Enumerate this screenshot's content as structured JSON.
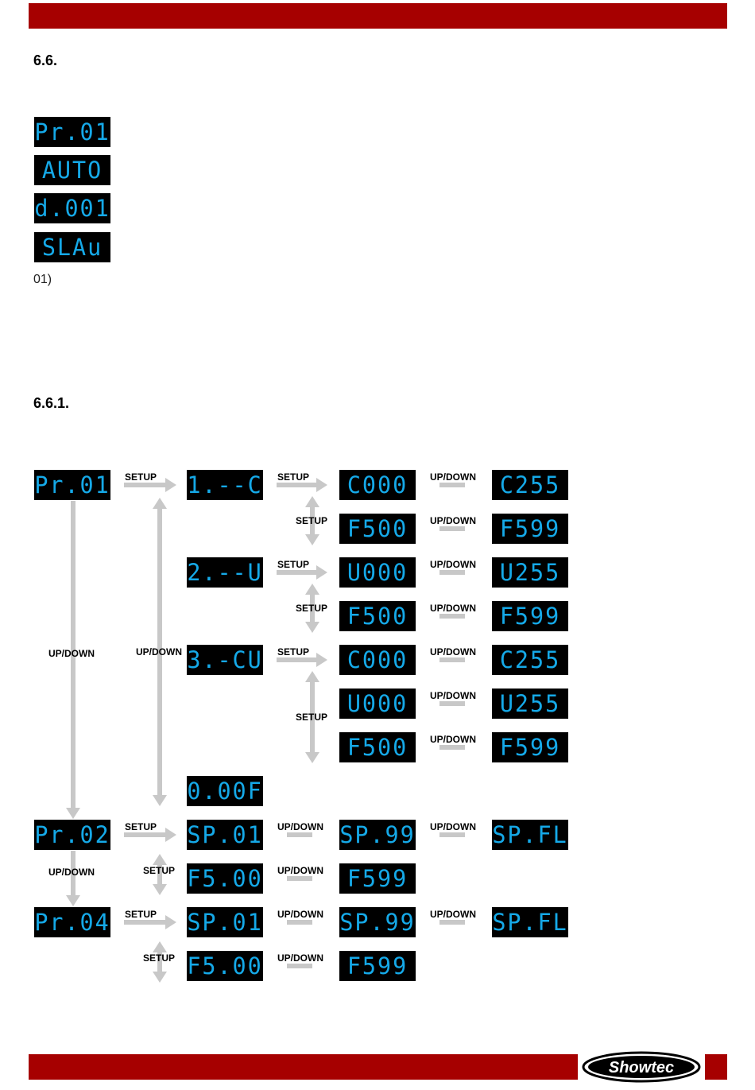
{
  "headings": {
    "section": "6.6.",
    "subsection": "6.6.1."
  },
  "menu_displays": [
    "Pr.01",
    "AUTO",
    "d.001",
    "SLAu"
  ],
  "footnote": "01)",
  "labels": {
    "setup": "SETUP",
    "updown": "UP/DOWN"
  },
  "displays": {
    "pr01": "Pr.01",
    "m1": "1.--C",
    "m2": "2.--U",
    "m3": "3.-CU",
    "m0": "0.00F",
    "c000": "C000",
    "c255": "C255",
    "f500": "F500",
    "f599": "F599",
    "u000": "U000",
    "u255": "U255",
    "pr02": "Pr.02",
    "pr04": "Pr.04",
    "sp01": "SP.01",
    "sp99": "SP.99",
    "spfl": "SP.FL",
    "f500b": "F5.00",
    "f599b": "F599"
  },
  "colors": {
    "brand_red": "#a60000",
    "lcd_text": "#15a9e8",
    "lcd_bg": "#000000",
    "arrow": "#c8c8c8"
  },
  "logo": {
    "text": "Showtec"
  }
}
